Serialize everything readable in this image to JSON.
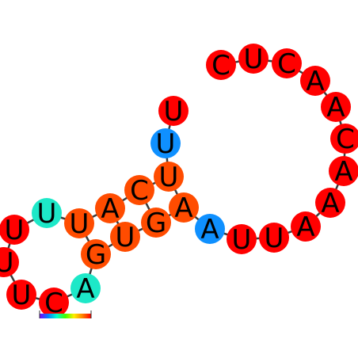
{
  "palette": {
    "red": "#ff0000",
    "orange": "#ff4c00",
    "blue": "#0f90ff",
    "cyan": "#1de8c8",
    "backbone": "#3c3c3c"
  },
  "nucleotides": [
    {
      "letter": "C",
      "color": "red"
    },
    {
      "letter": "U",
      "color": "red"
    },
    {
      "letter": "C",
      "color": "red"
    },
    {
      "letter": "A",
      "color": "red"
    },
    {
      "letter": "A",
      "color": "red"
    },
    {
      "letter": "C",
      "color": "red"
    },
    {
      "letter": "A",
      "color": "red"
    },
    {
      "letter": "A",
      "color": "red"
    },
    {
      "letter": "A",
      "color": "red"
    },
    {
      "letter": "U",
      "color": "red"
    },
    {
      "letter": "U",
      "color": "red"
    },
    {
      "letter": "A",
      "color": "blue"
    },
    {
      "letter": "A",
      "color": "orange"
    },
    {
      "letter": "G",
      "color": "orange"
    },
    {
      "letter": "U",
      "color": "orange"
    },
    {
      "letter": "G",
      "color": "orange"
    },
    {
      "letter": "A",
      "color": "cyan"
    },
    {
      "letter": "C",
      "color": "red"
    },
    {
      "letter": "U",
      "color": "red"
    },
    {
      "letter": "U",
      "color": "red"
    },
    {
      "letter": "U",
      "color": "red"
    },
    {
      "letter": "U",
      "color": "cyan"
    },
    {
      "letter": "U",
      "color": "orange"
    },
    {
      "letter": "A",
      "color": "orange"
    },
    {
      "letter": "C",
      "color": "orange"
    },
    {
      "letter": "U",
      "color": "orange"
    },
    {
      "letter": "U",
      "color": "blue"
    },
    {
      "letter": "U",
      "color": "red"
    }
  ],
  "pairs": [
    [
      12,
      25
    ],
    [
      13,
      24
    ],
    [
      14,
      23
    ],
    [
      15,
      22
    ]
  ],
  "colorbar": [
    "#7b00ff",
    "#0080ff",
    "#00ffd0",
    "#40ff00",
    "#ffee00",
    "#ff8000",
    "#ff0000"
  ]
}
